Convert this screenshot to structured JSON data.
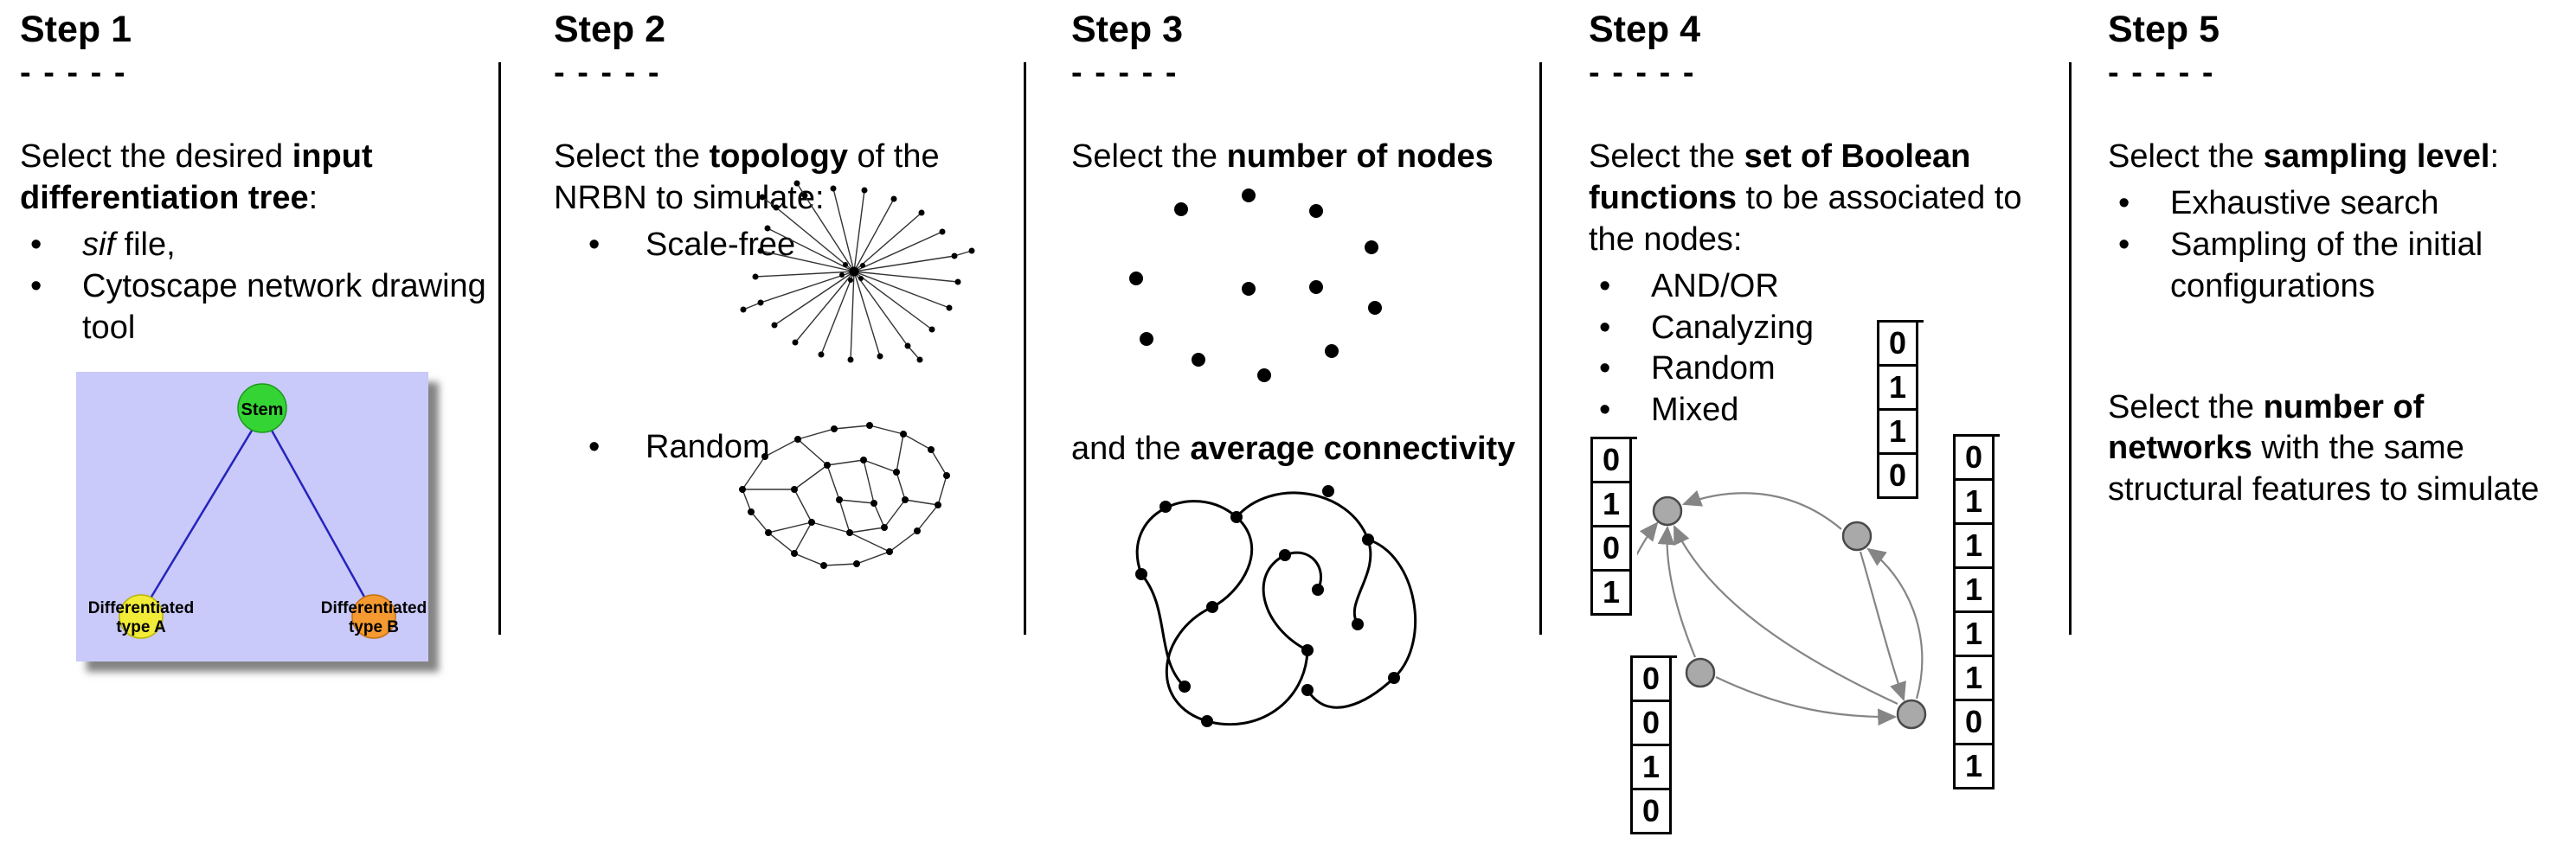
{
  "steps": [
    {
      "title": "Step 1",
      "dashes": "- - - - -",
      "intro_pre": "Select the desired ",
      "intro_bold": "input differentiation tree",
      "intro_post": ":",
      "bullet_sif_italic": "sif",
      "bullet_sif_rest": " file,",
      "bullet_cytoscape": "Cytoscape network drawing tool",
      "tree": {
        "root_label": "Stem",
        "left_line1": "Differentiated",
        "left_line2": "type A",
        "right_line1": "Differentiated",
        "right_line2": "type B",
        "colors": {
          "background": "#c9c9fa",
          "root": "#35d435",
          "left": "#f2ec38",
          "right": "#f59a31",
          "edge": "#2424bb"
        }
      }
    },
    {
      "title": "Step 2",
      "dashes": "- - - - -",
      "intro_pre": "Select the ",
      "intro_bold": "topology",
      "intro_post": " of the NRBN to simulate:",
      "bullets": [
        "Scale-free",
        "Random"
      ]
    },
    {
      "title": "Step 3",
      "dashes": "- - - - -",
      "line1_pre": "Select the ",
      "line1_bold": "number of nodes",
      "line2_pre": "and the ",
      "line2_bold": "average connectivity"
    },
    {
      "title": "Step 4",
      "dashes": "- - - - -",
      "intro_pre": "Select the ",
      "intro_bold": "set of Boolean functions",
      "intro_post": " to be associated to the nodes:",
      "bullets": [
        "AND/OR",
        "Canalyzing",
        "Random",
        "Mixed"
      ],
      "tables": {
        "left": [
          "0",
          "1",
          "0",
          "1"
        ],
        "top": [
          "0",
          "1",
          "1",
          "0"
        ],
        "bottom_left": [
          "0",
          "0",
          "1",
          "0"
        ],
        "right": [
          "0",
          "1",
          "1",
          "1",
          "1",
          "1",
          "0",
          "1"
        ]
      }
    },
    {
      "title": "Step 5",
      "dashes": "- - - - -",
      "intro_pre": "Select the ",
      "intro_bold": "sampling level",
      "intro_post": ":",
      "bullets": [
        "Exhaustive search",
        "Sampling of the initial configurations"
      ],
      "second_pre": "Select the ",
      "second_bold": "number of networks",
      "second_post": " with the same structural features to simulate"
    }
  ]
}
